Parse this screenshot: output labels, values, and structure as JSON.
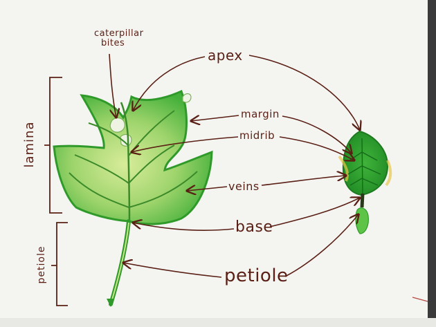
{
  "labels": {
    "caterpillar_line1": "caterpillar",
    "caterpillar_line2": "bites",
    "apex": "apex",
    "margin": "margin",
    "midrib": "midrib",
    "veins": "veins",
    "base": "base",
    "petiole": "petiole",
    "lamina_bracket": "lamina",
    "petiole_bracket": "petiole"
  },
  "colors": {
    "ink": "#5a1f14",
    "leaf_dark": "#2f9a2a",
    "leaf_light": "#a8d878",
    "paper": "#f4f4f1"
  }
}
